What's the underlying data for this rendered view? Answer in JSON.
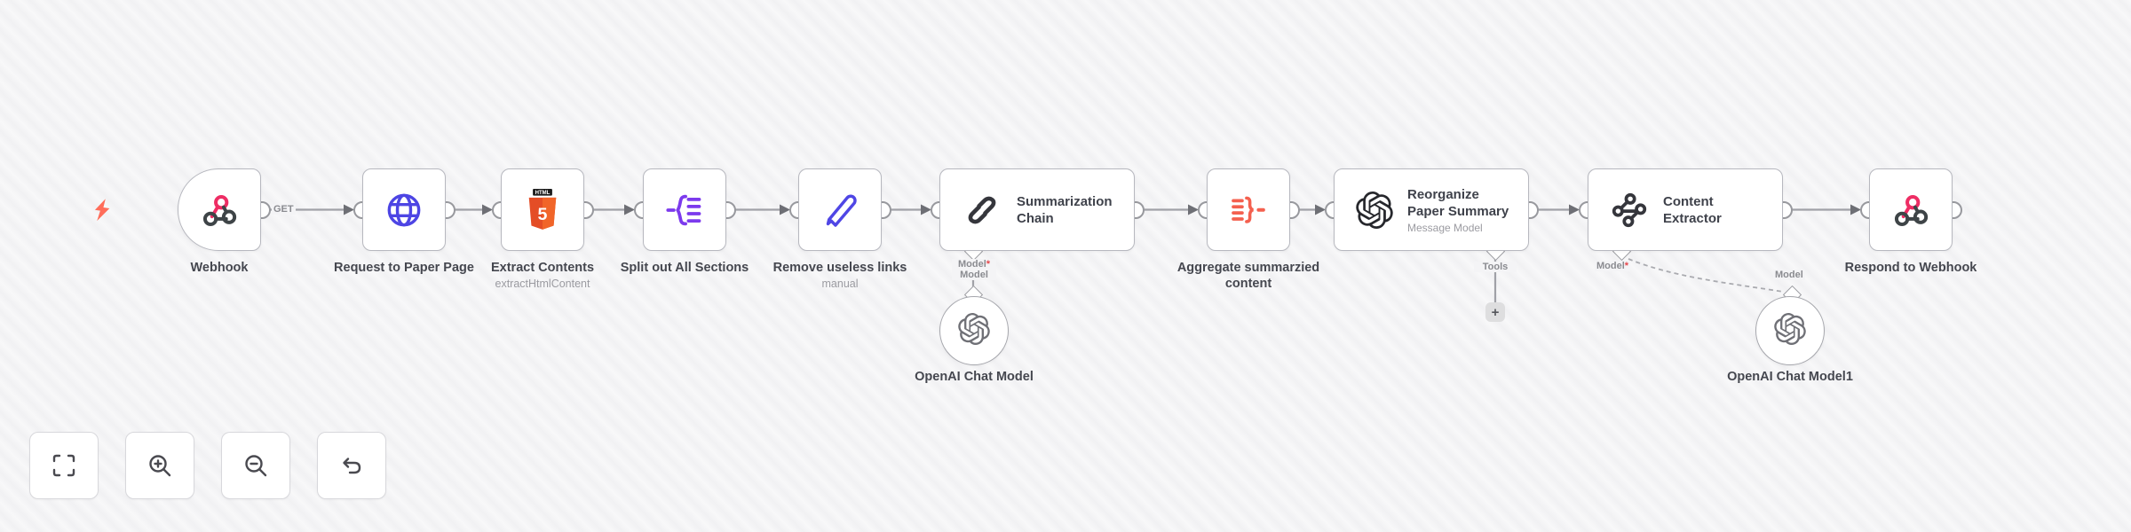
{
  "app": "n8n-workflow-canvas",
  "colors": {
    "canvas_bg": "#f4f4f6",
    "node_border": "#b7b8bf",
    "wire": "#a0a1a7",
    "trigger_bolt": "#ff6d5a",
    "webhook_pink": "#ee2d64",
    "webhook_dark": "#3e4447",
    "globe_blue": "#4d45e4",
    "html5_orange": "#e44d26",
    "split_purple": "#7c3aed",
    "pencil_indigo": "#4f46e5",
    "aggregate_coral": "#f4604f",
    "dark_icon": "#35363c",
    "label_text": "#45474f",
    "sublabel_text": "#9b9ba1"
  },
  "workflow": {
    "nodes": [
      {
        "id": "webhook",
        "label": "Webhook",
        "icon": "webhook-icon",
        "type": "trigger"
      },
      {
        "id": "request",
        "label": "Request to Paper Page",
        "icon": "globe-icon"
      },
      {
        "id": "extract",
        "label": "Extract Contents",
        "sublabel": "extractHtmlContent",
        "icon": "html5-icon"
      },
      {
        "id": "split",
        "label": "Split out All Sections",
        "icon": "split-out-icon"
      },
      {
        "id": "remove",
        "label": "Remove useless links",
        "sublabel": "manual",
        "icon": "pencil-icon"
      },
      {
        "id": "chain",
        "title": "Summarization Chain",
        "icon": "chain-link-icon"
      },
      {
        "id": "aggregate",
        "label": "Aggregate summarzied content",
        "icon": "aggregate-icon"
      },
      {
        "id": "reorganize",
        "title": "Reorganize Paper Summary",
        "subtitle": "Message Model",
        "icon": "openai-icon"
      },
      {
        "id": "content_extractor",
        "title": "Content Extractor",
        "icon": "extractor-icon"
      },
      {
        "id": "respond",
        "label": "Respond to Webhook",
        "icon": "webhook-icon"
      }
    ],
    "subnodes": [
      {
        "id": "openai_chat_model",
        "label": "OpenAI Chat Model",
        "icon": "openai-icon"
      },
      {
        "id": "openai_chat_model_1",
        "label": "OpenAI Chat Model1",
        "icon": "openai-icon"
      }
    ],
    "labels": {
      "get": "GET",
      "model": "Model",
      "required": "*",
      "tools": "Tools",
      "add": "+"
    }
  },
  "toolbar": {
    "buttons": [
      {
        "name": "fit-view"
      },
      {
        "name": "zoom-in"
      },
      {
        "name": "zoom-out"
      },
      {
        "name": "reset-zoom"
      }
    ]
  }
}
